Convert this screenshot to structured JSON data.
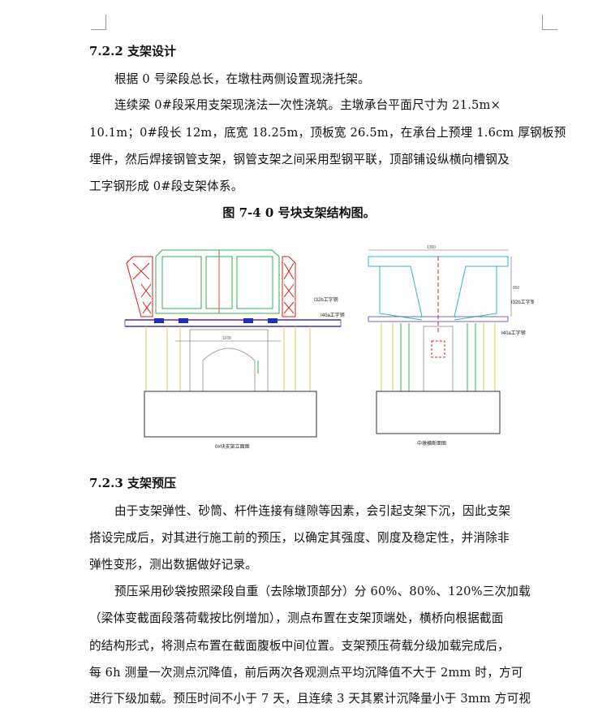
{
  "section_722": {
    "heading": "7.2.2  支架设计",
    "p1": "根据 0 号梁段总长，在墩柱两侧设置现浇托架。",
    "p2_lines": [
      "连续梁 0#段采用支架现浇法一次性浇筑。主墩承台平面尺寸为 21.5m×",
      "10.1m；0#段长 12m，底宽 18.25m，顶板宽 26.5m，在承台上预埋 1.6cm 厚钢板预",
      "埋件，然后焊接钢管支架，钢管支架之间采用型钢平联，顶部铺设纵横向槽钢及",
      "工字钢形成 0#段支架体系。"
    ]
  },
  "figure": {
    "caption": "图 7-4    0 号块支架结构图。",
    "left_labels": {
      "i32": "I32b工字钢",
      "i40": "I40a工字钢",
      "span": "1100",
      "bottom": "0#块支架立面图"
    },
    "right_labels": {
      "top_dim": "1300",
      "height_dim": "850",
      "i32": "I32b工字钢",
      "i40": "I40a工字钢",
      "bottom": "中墩横断面图"
    },
    "colors": {
      "box": "#2fb34a",
      "truss": "#e01a1a",
      "deck": "#7b5fd1",
      "column": "#a0a0a0",
      "steel": "#d9d24a",
      "cyan": "#28b4d6"
    }
  },
  "section_723": {
    "heading": "7.2.3  支架预压",
    "p1_lines": [
      "由于支架弹性、砂筒、杆件连接有缝隙等因素，会引起支架下沉，因此支架",
      "搭设完成后，对其进行施工前的预压，以确定其强度、刚度及稳定性，并消除非",
      "弹性变形，测出数据做好记录。"
    ],
    "p2_lines": [
      "预压采用砂袋按照梁段自重（去除墩顶部分）分 60%、80%、120%三次加载",
      "（梁体变截面段落荷载按比例增加），测点布置在支架顶端处，横桥向根据截面",
      "的结构形式，将测点布置在截面腹板中间位置。支架预压荷载分级加载完成后，",
      "每 6h 测量一次测点沉降值，前后两次各观测点平均沉降值不大于 2mm 时，方可",
      "进行下级加载。预压时间不小于 7 天，且连续 3 天其累计沉降量小于 3mm 方可视"
    ]
  }
}
